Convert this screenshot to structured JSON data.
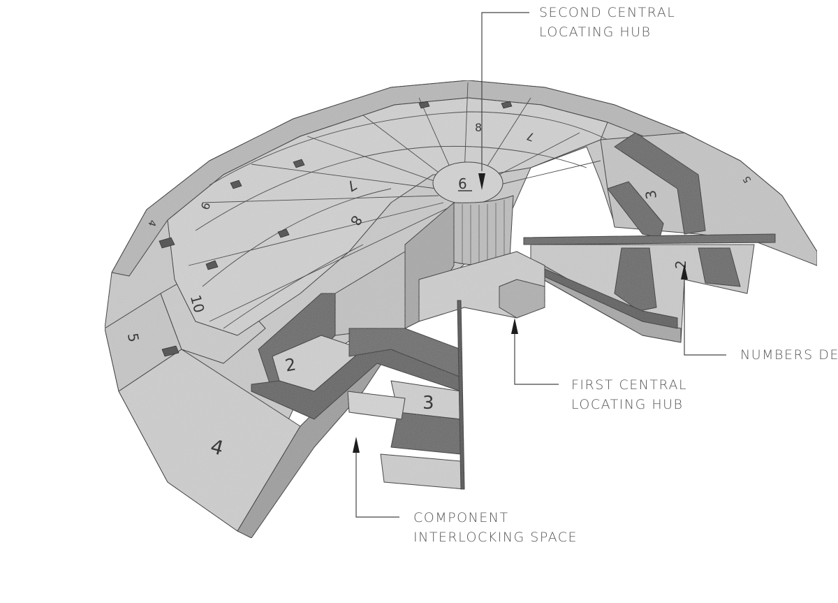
{
  "diagram": {
    "type": "exploded isometric technical illustration",
    "subject": "segmented dome assembled from numbered interlocking components",
    "colors": {
      "background": "#ffffff",
      "light_face": "#cfcfcf",
      "mid_face": "#b3b3b3",
      "dark_channel": "#6b6b6b",
      "edge_line": "#2e2e2e",
      "callout_line": "#444444",
      "label_text": "#555555"
    },
    "callouts": [
      {
        "id": "second-hub",
        "lines": [
          "SECOND CENTRAL",
          "LOCATING HUB"
        ]
      },
      {
        "id": "numbers",
        "lines": [
          "NUMBERS DEN"
        ]
      },
      {
        "id": "first-hub",
        "lines": [
          "FIRST CENTRAL",
          "LOCATING HUB"
        ]
      },
      {
        "id": "interlocking",
        "lines": [
          "COMPONENT",
          "INTERLOCKING SPACE"
        ]
      }
    ],
    "segment_numbers": {
      "hub": "6",
      "inner_ring": [
        "7",
        "8"
      ],
      "upper_ring": [
        "8",
        "7",
        "10",
        "9"
      ],
      "outer_left": [
        "9",
        "10",
        "4",
        "5",
        "10",
        "5",
        "4"
      ],
      "right_side": [
        "6",
        "5",
        "3",
        "2"
      ],
      "cutaway": [
        "2",
        "3"
      ]
    }
  }
}
